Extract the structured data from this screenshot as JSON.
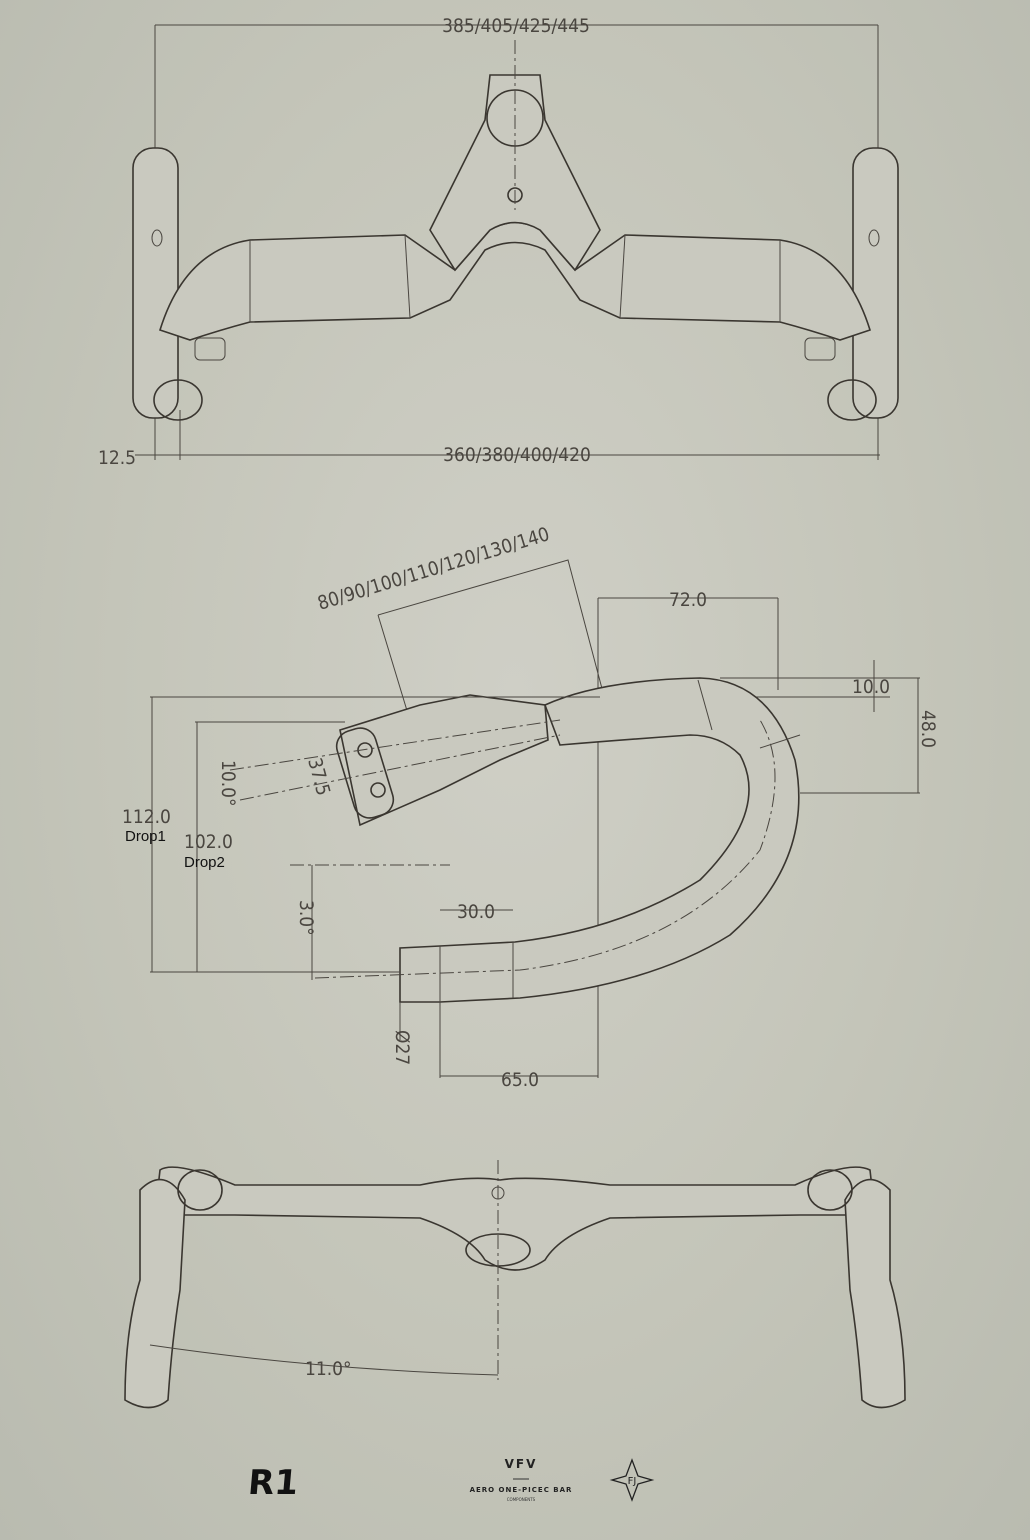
{
  "top_view": {
    "width_outer": "385/405/425/445",
    "width_center": "360/380/400/420",
    "flare": "12.5"
  },
  "side_view": {
    "stem_lengths": "80/90/100/110/120/130/140",
    "reach": "72.0",
    "rise": "10.0",
    "drop_height": "48.0",
    "stem_angle": "10.0°",
    "clamp": "37.5",
    "drop1_value": "112.0",
    "drop1_label": "Drop1",
    "drop2_value": "102.0",
    "drop2_label": "Drop2",
    "drop_angle": "3.0°",
    "grip_length": "30.0",
    "diameter": "Ø27",
    "drop_reach": "65.0"
  },
  "front_view": {
    "flare_angle": "11.0°"
  },
  "branding": {
    "logo_r1": "R1",
    "logo_brand": "VFV",
    "tagline": "AERO ONE-PICEC BAR",
    "sub": "COMPONENTS",
    "emblem": "FJ"
  },
  "colors": {
    "background": "#c6c7bc",
    "line": "#3a3630"
  }
}
